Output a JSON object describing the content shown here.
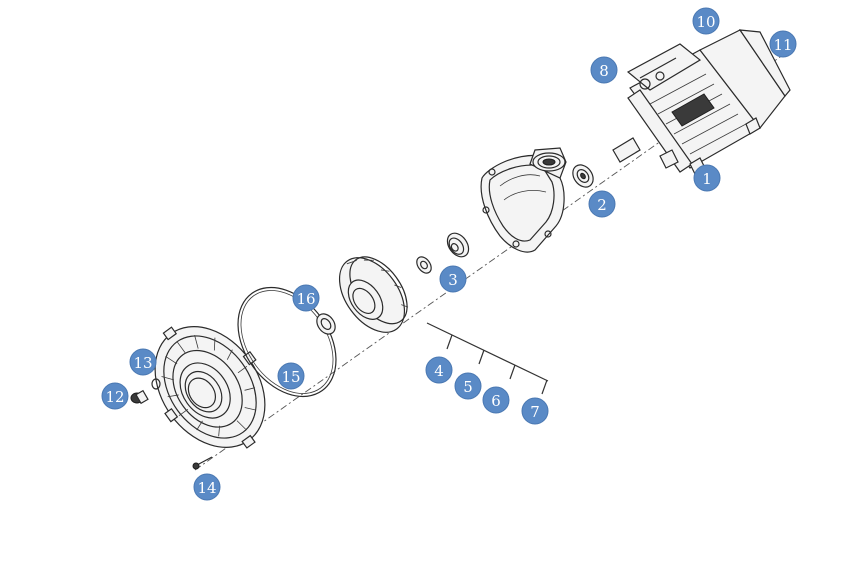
{
  "callouts": [
    {
      "id": "1",
      "label": "1"
    },
    {
      "id": "2",
      "label": "2"
    },
    {
      "id": "3",
      "label": "3"
    },
    {
      "id": "4",
      "label": "4"
    },
    {
      "id": "5",
      "label": "5"
    },
    {
      "id": "6",
      "label": "6"
    },
    {
      "id": "7",
      "label": "7"
    },
    {
      "id": "8",
      "label": "8"
    },
    {
      "id": "10",
      "label": "10"
    },
    {
      "id": "11",
      "label": "11"
    },
    {
      "id": "12",
      "label": "12"
    },
    {
      "id": "13",
      "label": "13"
    },
    {
      "id": "14",
      "label": "14"
    },
    {
      "id": "15",
      "label": "15"
    },
    {
      "id": "16",
      "label": "16"
    }
  ],
  "colors": {
    "callout_fill": "#5a8ac6",
    "callout_text": "#ffffff",
    "line_art": "#2b2b2b",
    "background": "#ffffff"
  }
}
